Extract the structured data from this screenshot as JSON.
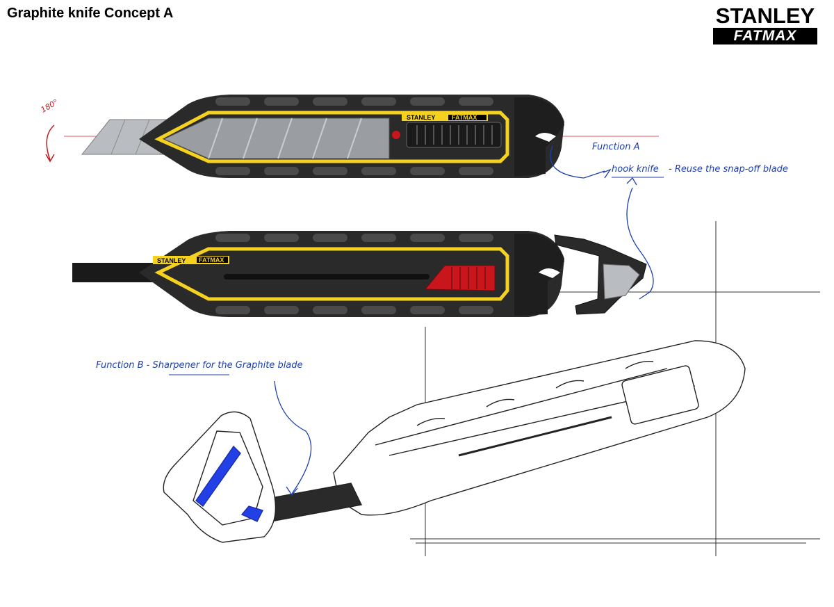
{
  "header": {
    "title": "Graphite knife Concept A"
  },
  "logo": {
    "top": "STANLEY",
    "bottom": "FATMAX"
  },
  "knife_branding": {
    "brand": "STANLEY",
    "line": "FATMAX"
  },
  "annotations": {
    "rotation": "180°",
    "function_a_title": "Function A",
    "function_a_detail_1": "hook knife",
    "function_a_detail_2": "- Reuse the snap-off blade",
    "function_b": "Function B - Sharpener for the Graphite blade"
  },
  "colors": {
    "accent_yellow": "#f4d21f",
    "body_dark": "#2a2a2a",
    "slider_red": "#c8161c",
    "ink_blue": "#1c3fb0",
    "ink_red": "#c4181d",
    "blade_grey": "#b9bcc0"
  }
}
